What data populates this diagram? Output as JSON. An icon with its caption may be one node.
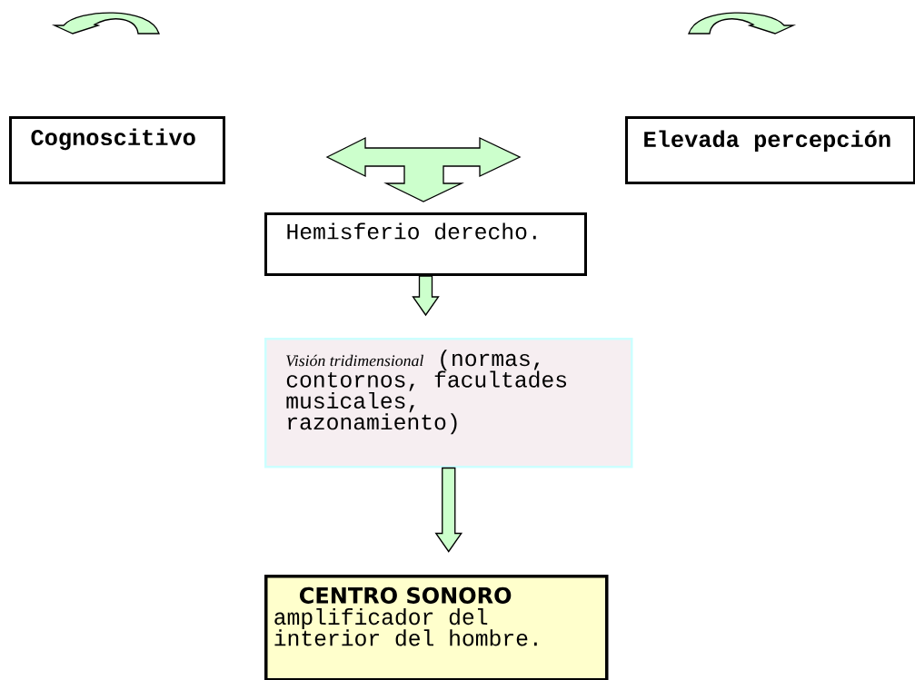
{
  "diagram": {
    "nodes": [
      {
        "text": [
          "Cognoscitivo"
        ]
      },
      {
        "text": [
          "Elevada percepción"
        ]
      },
      {
        "text": [
          "Hemisferio derecho."
        ]
      },
      {
        "text": [
          "*Visión tridimensional* (normas, contornos, facultades musicales, razonamiento)"
        ]
      },
      {
        "text": [
          "CENTRO SONORO",
          "amplificador del interior del hombre."
        ]
      }
    ],
    "edges": [
      {
        "from": null,
        "to": 2,
        "arrow": "to"
      },
      {
        "from": 2,
        "to": 3,
        "arrow": "to"
      },
      {
        "from": 3,
        "to": 4,
        "arrow": "to"
      }
    ]
  }
}
